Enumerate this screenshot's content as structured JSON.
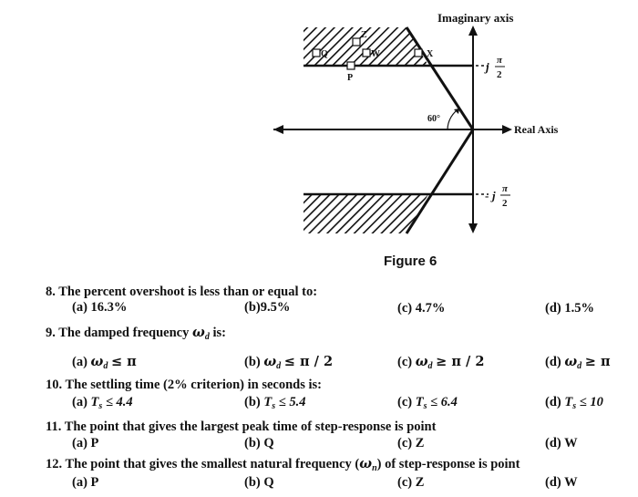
{
  "figure": {
    "caption": "Figure 6",
    "imag_axis_label": "Imaginary axis",
    "real_axis_label": "Real Axis",
    "angle_label": "60°",
    "tick_upper": "j π/2",
    "tick_lower": "- j π/2",
    "points": {
      "Q": "Q",
      "Z": "Z",
      "W": "W",
      "X": "X",
      "P": "P"
    }
  },
  "questions": [
    {
      "stem": "8. The percent overshoot is less than or equal to:",
      "options": [
        "(a) 16.3%",
        "(b)9.5%",
        "(c) 4.7%",
        "(d) 1.5%"
      ]
    },
    {
      "stem_prefix": "9. The damped frequency",
      "stem_symbol": "ω",
      "stem_sub": "d",
      "stem_suffix": "is:",
      "options": [
        {
          "label": "(a)",
          "sym": "ω",
          "sub": "d",
          "rel": "≤ π"
        },
        {
          "label": "(b)",
          "sym": "ω",
          "sub": "d",
          "rel": "≤ π / 2"
        },
        {
          "label": "(c)",
          "sym": "ω",
          "sub": "d",
          "rel": "≥ π / 2"
        },
        {
          "label": "(d)",
          "sym": "ω",
          "sub": "d",
          "rel": "≥ π"
        }
      ]
    },
    {
      "stem": "10. The settling time (2% criterion) in seconds is:",
      "options": [
        {
          "label": "(a)",
          "sym": "T",
          "sub": "s",
          "rel": "≤ 4.4"
        },
        {
          "label": "(b)",
          "sym": "T",
          "sub": "s",
          "rel": "≤ 5.4"
        },
        {
          "label": "(c)",
          "sym": "T",
          "sub": "s",
          "rel": "≤ 6.4"
        },
        {
          "label": "(d)",
          "sym": "T",
          "sub": "s",
          "rel": "≤ 10"
        }
      ]
    },
    {
      "stem": "11. The point that gives the largest peak time of step-response is point",
      "options": [
        "(a) P",
        "(b) Q",
        "(c) Z",
        "(d) W"
      ]
    },
    {
      "stem_prefix": "12. The point that gives the smallest natural frequency (",
      "stem_symbol": "ω",
      "stem_sub": "n",
      "stem_suffix": ") of step-response is point",
      "options": [
        "(a) P",
        "(b) Q",
        "(c) Z",
        "(d) W"
      ]
    }
  ]
}
